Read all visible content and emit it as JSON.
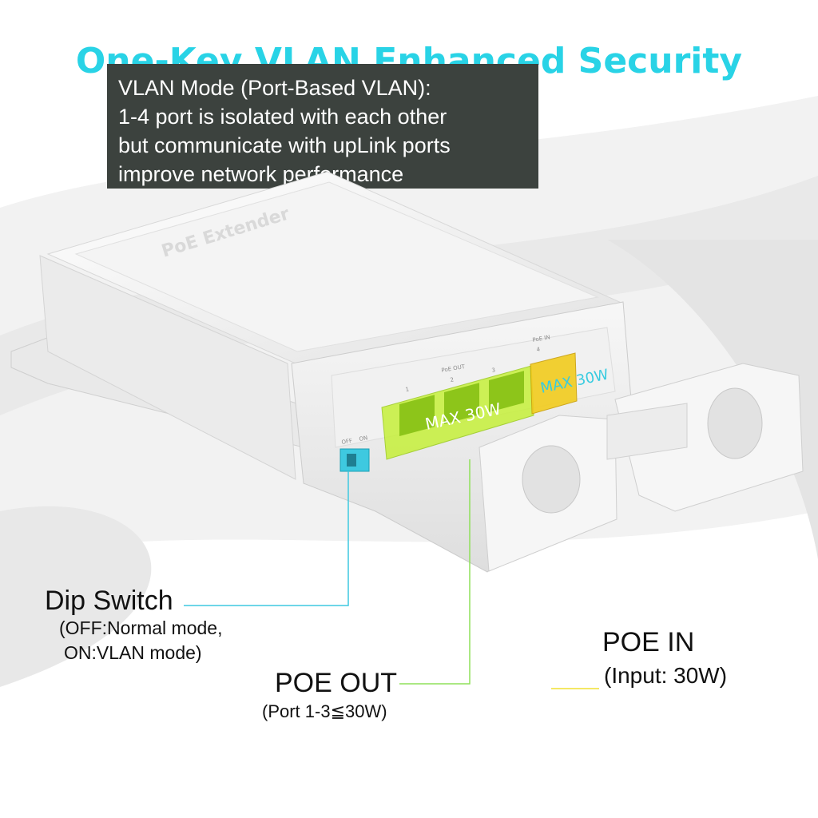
{
  "title": "One-Key VLAN Enhanced Security",
  "info_box": {
    "lines": [
      "VLAN Mode (Port-Based VLAN):",
      "1-4 port is isolated with each other",
      "but communicate with upLink ports",
      "improve network performance"
    ]
  },
  "device": {
    "lid_text": "PoE Extender",
    "poe_out_label": "PoE OUT",
    "port_numbers": [
      "1",
      "2",
      "3"
    ],
    "poe_in_label": "PoE IN",
    "poe_in_port_number": "4",
    "switch_off": "OFF",
    "switch_on": "ON",
    "max_out_badge": "MAX 30W",
    "max_in_badge": "MAX 30W"
  },
  "callouts": {
    "dip_switch": {
      "title": "Dip Switch",
      "line1": "(OFF:Normal mode,",
      "line2": "ON:VLAN mode)"
    },
    "poe_out": {
      "title": "POE OUT",
      "desc": "(Port 1-3≦30W)"
    },
    "poe_in": {
      "title": "POE IN",
      "desc": "(Input: 30W)"
    }
  },
  "colors": {
    "title": "#29d3e6",
    "info_bg": "#3c423e",
    "out_highlight": "#c6f03a",
    "in_highlight": "#f2cc1e",
    "switch_highlight": "#3ec9e0",
    "dip_line": "#3ec9e0",
    "out_line": "#8fe05a",
    "in_line": "#f0e030"
  }
}
